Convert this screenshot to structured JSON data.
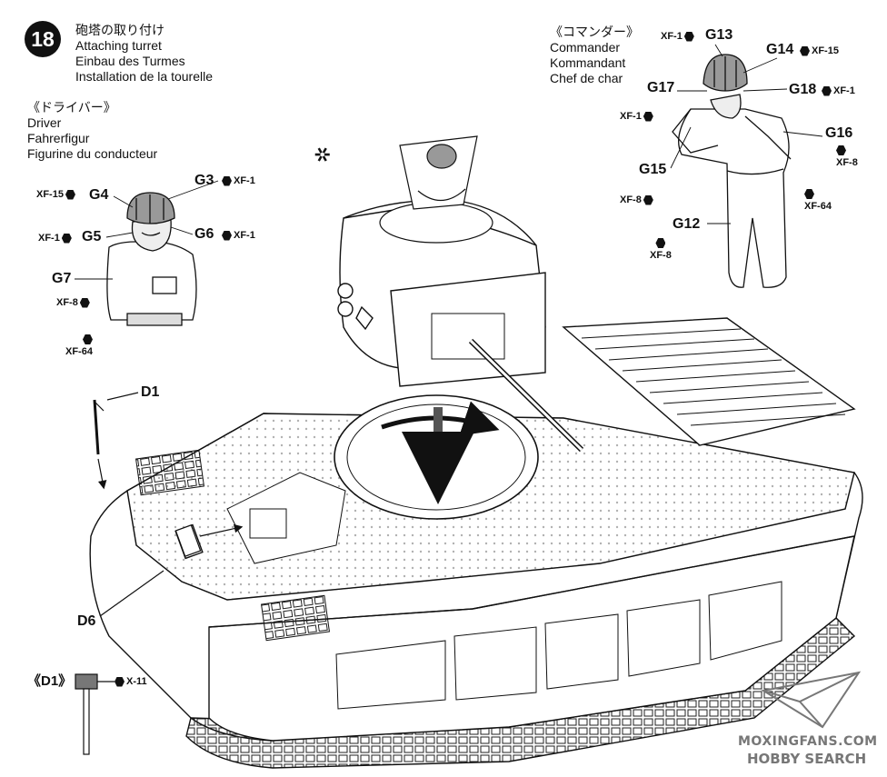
{
  "step": {
    "number": "18",
    "title_lines": [
      "砲塔の取り付け",
      "Attaching turret",
      "Einbau des Turmes",
      "Installation de la tourelle"
    ]
  },
  "driver": {
    "title_lines": [
      "《ドライバー》",
      "Driver",
      "Fahrerfigur",
      "Figurine du conducteur"
    ],
    "labels": {
      "g3": "G3",
      "g4": "G4",
      "g5": "G5",
      "g6": "G6",
      "g7": "G7"
    },
    "paints": {
      "g3": "XF-1",
      "g4": "XF-15",
      "g5": "XF-1",
      "g6": "XF-1",
      "g7": "XF-8",
      "extra": "XF-64"
    }
  },
  "commander": {
    "title_lines": [
      "《コマンダー》",
      "Commander",
      "Kommandant",
      "Chef de char"
    ],
    "labels": {
      "g12": "G12",
      "g13": "G13",
      "g14": "G14",
      "g15": "G15",
      "g16": "G16",
      "g17": "G17",
      "g18": "G18"
    },
    "paints": {
      "g12": "XF-8",
      "g13": "XF-1",
      "g14": "XF-15",
      "g15": "XF-8",
      "g16": "XF-8",
      "g17": "XF-1",
      "g18": "XF-1",
      "extra": "XF-64"
    }
  },
  "tank_parts": {
    "d1": "D1",
    "d6": "D6",
    "do_not_glue_symbol": "✲"
  },
  "d1_detail": {
    "title": "《D1》",
    "paint": "X-11"
  },
  "watermark": {
    "line1": "MOXINGFANS.COM",
    "line2": "HOBBY SEARCH"
  },
  "colors": {
    "ink": "#111111",
    "paper": "#ffffff",
    "watermark": "#777777"
  }
}
